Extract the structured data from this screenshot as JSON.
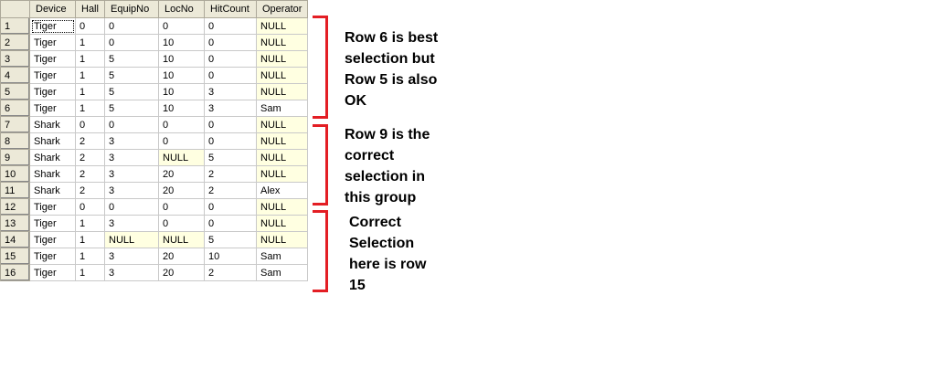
{
  "grid": {
    "columns": [
      "",
      "Device",
      "Hall",
      "EquipNo",
      "LocNo",
      "HitCount",
      "Operator"
    ],
    "rows": [
      {
        "n": "1",
        "device": "Tiger",
        "hall": "0",
        "equip": "0",
        "loc": "0",
        "hit": "0",
        "op": "NULL"
      },
      {
        "n": "2",
        "device": "Tiger",
        "hall": "1",
        "equip": "0",
        "loc": "10",
        "hit": "0",
        "op": "NULL"
      },
      {
        "n": "3",
        "device": "Tiger",
        "hall": "1",
        "equip": "5",
        "loc": "10",
        "hit": "0",
        "op": "NULL"
      },
      {
        "n": "4",
        "device": "Tiger",
        "hall": "1",
        "equip": "5",
        "loc": "10",
        "hit": "0",
        "op": "NULL"
      },
      {
        "n": "5",
        "device": "Tiger",
        "hall": "1",
        "equip": "5",
        "loc": "10",
        "hit": "3",
        "op": "NULL"
      },
      {
        "n": "6",
        "device": "Tiger",
        "hall": "1",
        "equip": "5",
        "loc": "10",
        "hit": "3",
        "op": "Sam"
      },
      {
        "n": "7",
        "device": "Shark",
        "hall": "0",
        "equip": "0",
        "loc": "0",
        "hit": "0",
        "op": "NULL"
      },
      {
        "n": "8",
        "device": "Shark",
        "hall": "2",
        "equip": "3",
        "loc": "0",
        "hit": "0",
        "op": "NULL"
      },
      {
        "n": "9",
        "device": "Shark",
        "hall": "2",
        "equip": "3",
        "loc": "NULL",
        "hit": "5",
        "op": "NULL"
      },
      {
        "n": "10",
        "device": "Shark",
        "hall": "2",
        "equip": "3",
        "loc": "20",
        "hit": "2",
        "op": "NULL"
      },
      {
        "n": "11",
        "device": "Shark",
        "hall": "2",
        "equip": "3",
        "loc": "20",
        "hit": "2",
        "op": "Alex"
      },
      {
        "n": "12",
        "device": "Tiger",
        "hall": "0",
        "equip": "0",
        "loc": "0",
        "hit": "0",
        "op": "NULL"
      },
      {
        "n": "13",
        "device": "Tiger",
        "hall": "1",
        "equip": "3",
        "loc": "0",
        "hit": "0",
        "op": "NULL"
      },
      {
        "n": "14",
        "device": "Tiger",
        "hall": "1",
        "equip": "NULL",
        "loc": "NULL",
        "hit": "5",
        "op": "NULL"
      },
      {
        "n": "15",
        "device": "Tiger",
        "hall": "1",
        "equip": "3",
        "loc": "20",
        "hit": "10",
        "op": "Sam"
      },
      {
        "n": "16",
        "device": "Tiger",
        "hall": "1",
        "equip": "3",
        "loc": "20",
        "hit": "2",
        "op": "Sam"
      }
    ]
  },
  "annotations": {
    "group1": "Row 6 is best\nselection but\nRow 5 is also\nOK",
    "group2": "Row 9 is the\ncorrect\nselection in\nthis group",
    "group3": "Correct\nSelection\nhere is row\n15"
  },
  "colors": {
    "bracket": "#e31e24",
    "null_cell": "#ffffe1",
    "header": "#ece9d8"
  }
}
